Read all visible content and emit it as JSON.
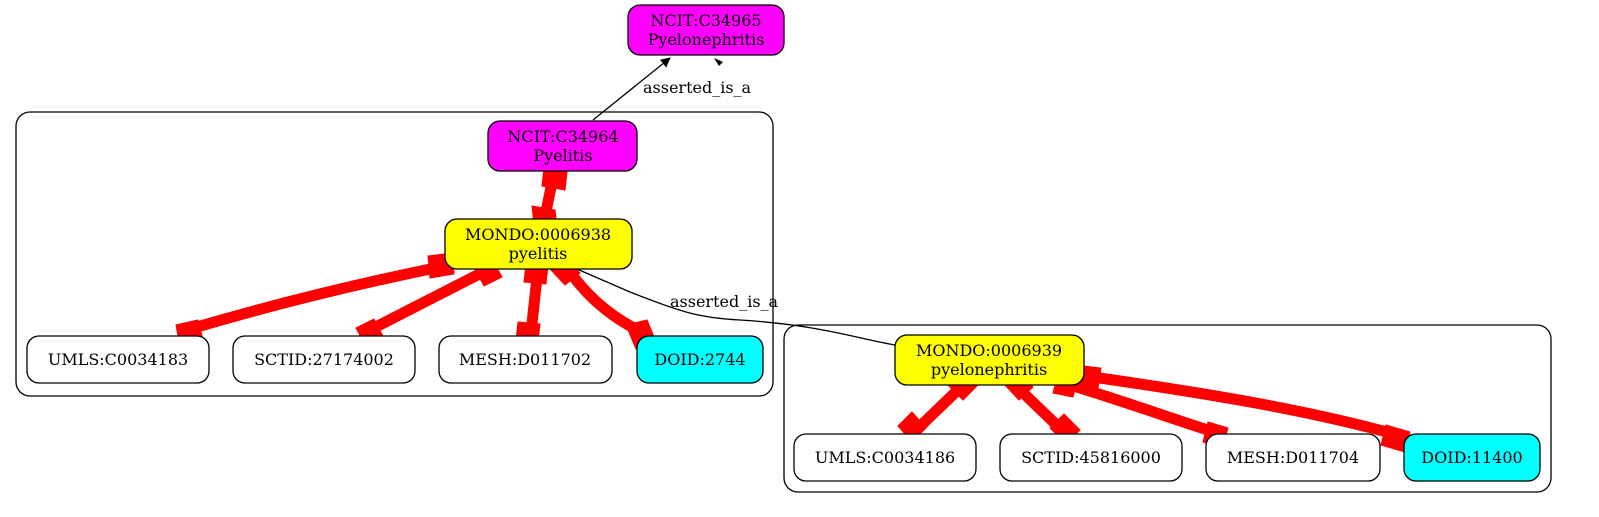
{
  "nodes": {
    "ncit_c34965": {
      "id": "NCIT:C34965",
      "label": "Pyelonephritis",
      "color": "#ff00ff"
    },
    "ncit_c34964": {
      "id": "NCIT:C34964",
      "label": "Pyelitis",
      "color": "#ff00ff"
    },
    "mondo_0006938": {
      "id": "MONDO:0006938",
      "label": "pyelitis",
      "color": "#ffff00"
    },
    "umls_c0034183": {
      "id": "UMLS:C0034183",
      "color": "#ffffff"
    },
    "sctid_27174002": {
      "id": "SCTID:27174002",
      "color": "#ffffff"
    },
    "mesh_d011702": {
      "id": "MESH:D011702",
      "color": "#ffffff"
    },
    "doid_2744": {
      "id": "DOID:2744",
      "color": "#00ffff"
    },
    "mondo_0006939": {
      "id": "MONDO:0006939",
      "label": "pyelonephritis",
      "color": "#ffff00"
    },
    "umls_c0034186": {
      "id": "UMLS:C0034186",
      "color": "#ffffff"
    },
    "sctid_45816000": {
      "id": "SCTID:45816000",
      "color": "#ffffff"
    },
    "mesh_d011704": {
      "id": "MESH:D011704",
      "color": "#ffffff"
    },
    "doid_11400": {
      "id": "DOID:11400",
      "color": "#00ffff"
    }
  },
  "edges": {
    "pyelitis_to_pyelonephritis": "asserted_is_a",
    "pyelonephritis_to_pyelitis": "asserted_is_a"
  },
  "colors": {
    "equivalence_edge": "#ff0000",
    "is_a_edge": "#000000"
  }
}
